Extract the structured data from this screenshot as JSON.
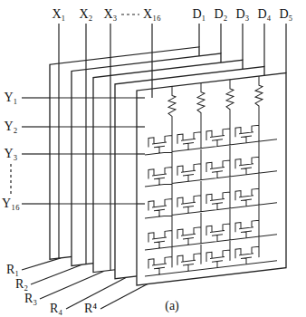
{
  "diagram": {
    "labels": [
      "X₁",
      "X₂",
      "X₃",
      "X₁₆",
      "D₁",
      "D₂",
      "D₃",
      "D₄",
      "D₅",
      "Y₁",
      "Y₂",
      "Y₃",
      "Y₁₆",
      "R₁",
      "R₂",
      "R₃",
      "R₄",
      "R⁴",
      "(a)"
    ]
  }
}
